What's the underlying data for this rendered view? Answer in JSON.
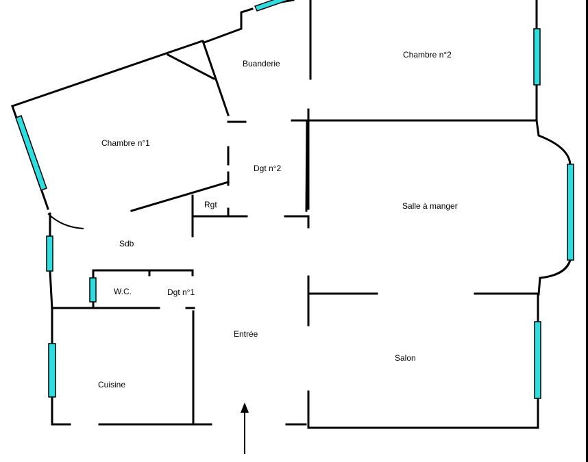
{
  "plan": {
    "window_color": "#2fdde0",
    "wall_color": "#000000",
    "rooms": {
      "buanderie": "Buanderie",
      "chambre2": "Chambre n°2",
      "chambre1": "Chambre n°1",
      "dgt2": "Dgt n°2",
      "rgt": "Rgt",
      "salle_a_manger": "Salle à manger",
      "sdb": "Sdb",
      "wc": "W.C.",
      "dgt1": "Dgt n°1",
      "entree": "Entrée",
      "salon": "Salon",
      "cuisine": "Cuisine"
    },
    "icons": {
      "entrance": "entrance-arrow-icon"
    }
  }
}
